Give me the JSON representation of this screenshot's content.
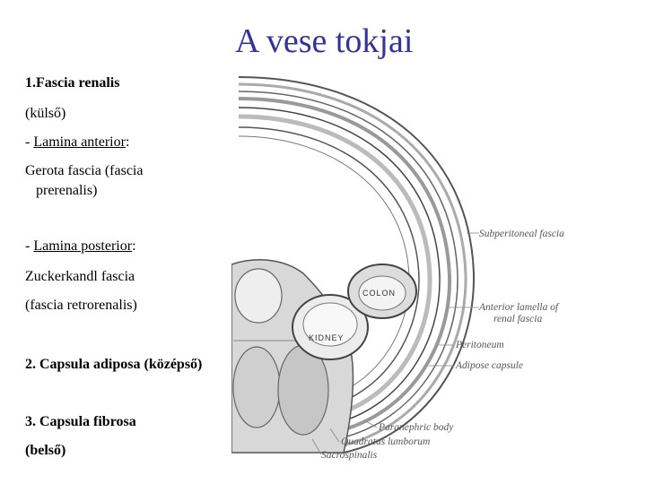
{
  "title": "A vese tokjai",
  "text": {
    "fascia_renalis": "1.Fascia renalis",
    "kulso": "(külső)",
    "lamina_anterior_dash": "- ",
    "lamina_anterior": "Lamina anterior",
    "lamina_anterior_colon": ":",
    "gerota_1": "Gerota fascia (fascia",
    "gerota_2": "prerenalis)",
    "lamina_posterior_dash": "- ",
    "lamina_posterior": "Lamina posterior",
    "lamina_posterior_colon": ":",
    "zuckerkandl": "Zuckerkandl fascia",
    "retrorenalis": "(fascia retrorenalis)",
    "capsula_adiposa": "2. Capsula adiposa (középső)",
    "capsula_fibrosa": "3. Capsula fibrosa",
    "belso": "(belső)"
  },
  "figure": {
    "labels": {
      "subperitoneal": "Subperitoneal fascia",
      "anterior_lamella_1": "Anterior lamella of",
      "anterior_lamella_2": "renal fascia",
      "peritoneum": "Peritoneum",
      "adipose": "Adipose capsule",
      "pararenal": "Paranephric body",
      "quadratus": "Quadratus lumborum",
      "sacrospinalis": "Sacrospinalis"
    },
    "organs": {
      "colon": "COLON",
      "kidney": "KIDNEY"
    }
  }
}
